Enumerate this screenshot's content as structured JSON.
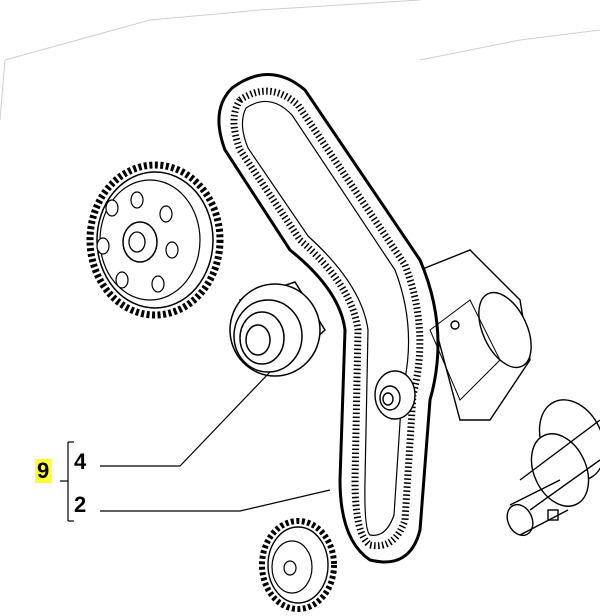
{
  "callouts": {
    "group_number": "9",
    "item_upper": "4",
    "item_lower": "2"
  },
  "colors": {
    "line": "#000000",
    "highlight": "#ffff33",
    "background": "#ffffff"
  },
  "parts": [
    "camshaft-pulley",
    "tensioner-pulley",
    "timing-belt",
    "crankshaft-pulley",
    "crankshaft",
    "engine-block-outline"
  ]
}
